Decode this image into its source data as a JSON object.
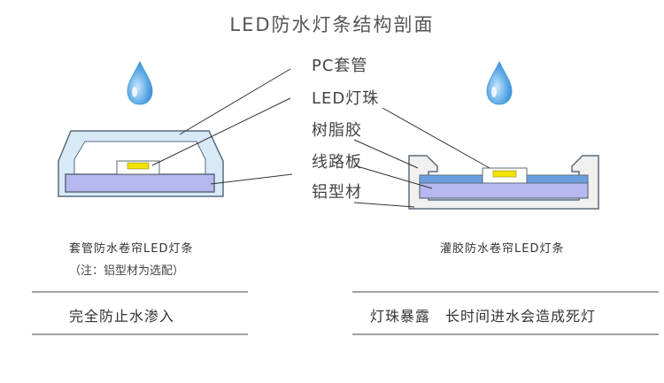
{
  "title": "LED防水灯条结构剖面",
  "callouts": {
    "pc_sleeve": "PC套管",
    "led_bead": "LED灯珠",
    "resin": "树脂胶",
    "circuit_board": "线路板",
    "aluminum_profile": "铝型材"
  },
  "left_strip": {
    "caption": "套管防水卷帘LED灯条",
    "note": "（注：铝型材为选配）",
    "verdict": "完全防止水渗入"
  },
  "right_strip": {
    "caption": "灌胶防水卷帘LED灯条",
    "verdict": "灯珠暴露　长时间进水会造成死灯"
  },
  "colors": {
    "sleeve_fill": "#d8e9f8",
    "sleeve_stroke": "#5a6b7a",
    "board_fill": "#b8b8f0",
    "resin_fill": "#6aa0e0",
    "led_chip": "#f2e200",
    "droplet": "#4a9fe0",
    "profile_fill": "#f0f0f0"
  },
  "icons": [
    "water-drop-icon",
    "water-drop-icon"
  ]
}
